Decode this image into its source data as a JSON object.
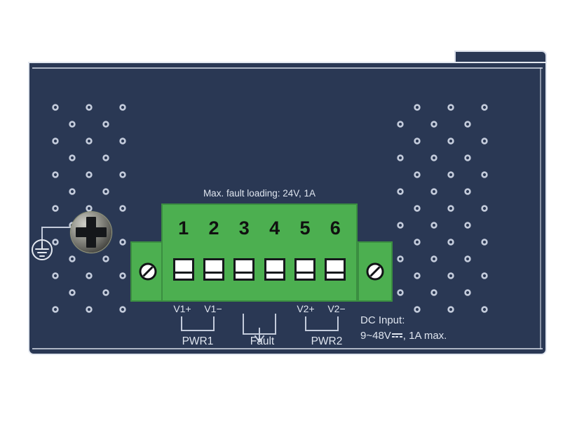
{
  "device": {
    "panel_label": "industrial-switch-power-terminal-panel",
    "chassis_color": "#2a3854",
    "connector_color": "#4caf50",
    "text_color": "#dfe5ef"
  },
  "caption": {
    "max_fault_loading": "Max. fault loading: 24V, 1A"
  },
  "terminal_block": {
    "pin_numbers": [
      "1",
      "2",
      "3",
      "4",
      "5",
      "6"
    ],
    "pin_labels": [
      "V1+",
      "V1−",
      "",
      "",
      "V2+",
      "V2−"
    ],
    "left_screw": "slotted-screw",
    "right_screw": "slotted-screw"
  },
  "groups": [
    {
      "name": "PWR1",
      "label": "PWR1",
      "pins": [
        "1",
        "2"
      ]
    },
    {
      "name": "Fault",
      "label": "Fault",
      "pins": [
        "3",
        "4"
      ]
    },
    {
      "name": "PWR2",
      "label": "PWR2",
      "pins": [
        "5",
        "6"
      ]
    }
  ],
  "dc_input": {
    "line1": "DC Input:",
    "voltage": "9~48V",
    "symbol": "dc-current-symbol",
    "suffix": ", 1A max."
  },
  "ground": {
    "symbol": "protective-earth-ground-symbol",
    "screw": "phillips-head-screw"
  }
}
